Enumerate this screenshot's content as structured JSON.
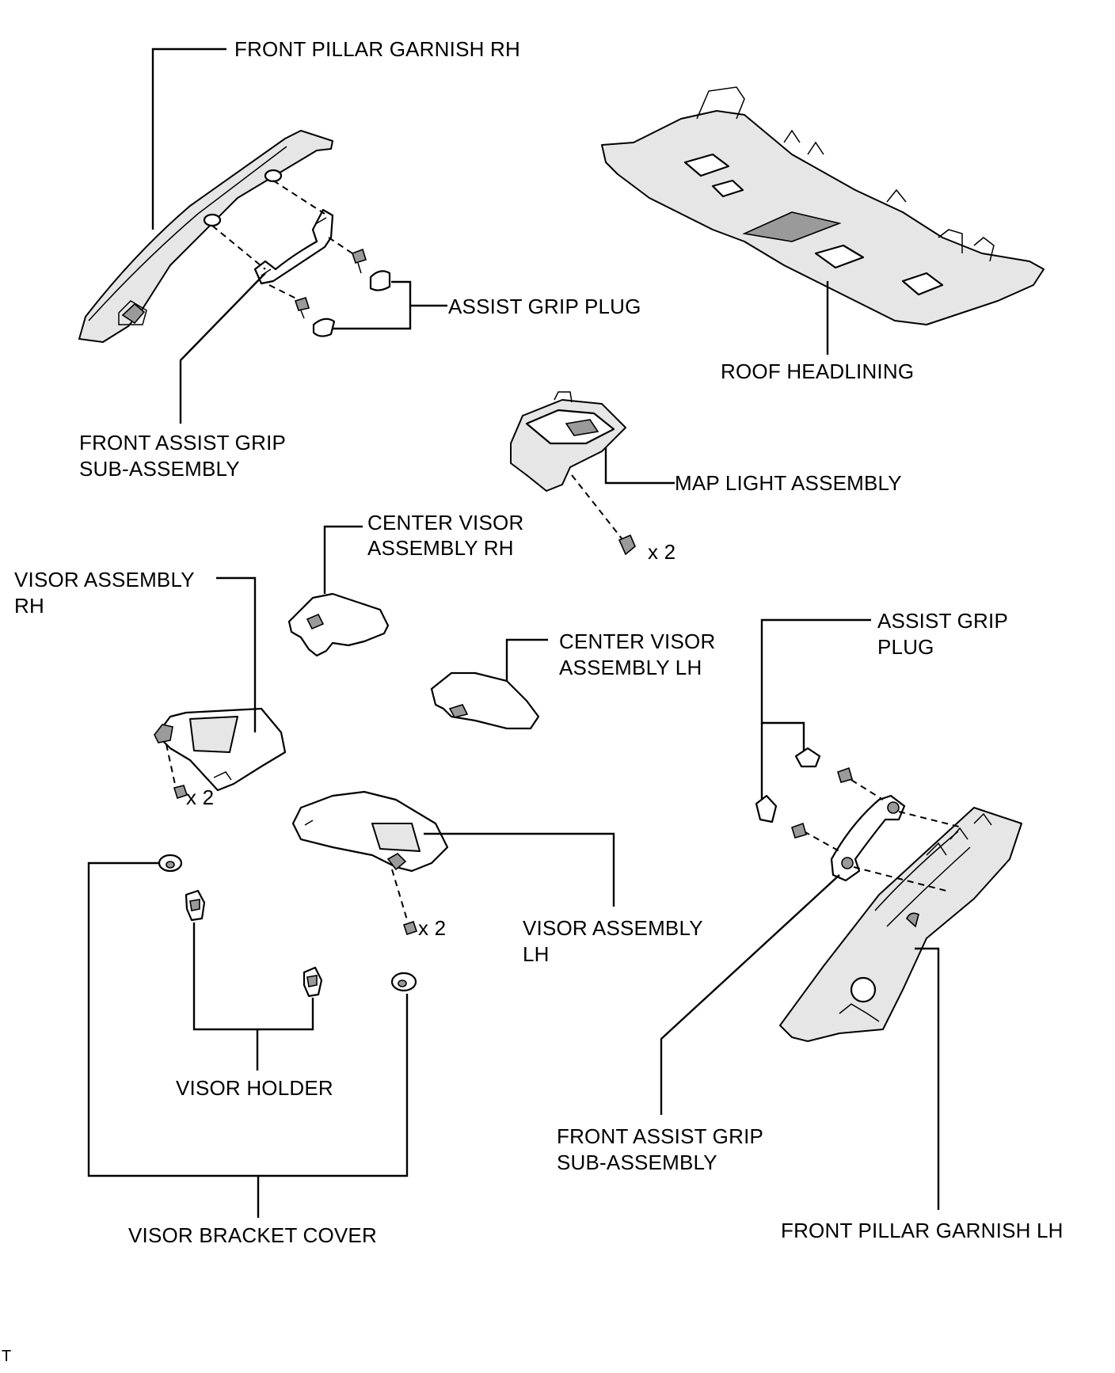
{
  "labels": {
    "front_pillar_garnish_rh": "FRONT PILLAR GARNISH RH",
    "assist_grip_plug_rh": "ASSIST GRIP PLUG",
    "roof_headlining": "ROOF HEADLINING",
    "front_assist_grip_rh_line1": "FRONT ASSIST GRIP",
    "front_assist_grip_rh_line2": "SUB-ASSEMBLY",
    "map_light_assembly": "MAP LIGHT ASSEMBLY",
    "map_light_qty": "x 2",
    "center_visor_rh_line1": "CENTER VISOR",
    "center_visor_rh_line2": "ASSEMBLY RH",
    "visor_assembly_rh_line1": "VISOR ASSEMBLY",
    "visor_assembly_rh_line2": "RH",
    "center_visor_lh_line1": "CENTER VISOR",
    "center_visor_lh_line2": "ASSEMBLY LH",
    "assist_grip_plug_lh_line1": "ASSIST GRIP",
    "assist_grip_plug_lh_line2": "PLUG",
    "visor_rh_qty": "x 2",
    "visor_lh_qty": "x 2",
    "visor_assembly_lh_line1": "VISOR ASSEMBLY",
    "visor_assembly_lh_line2": "LH",
    "visor_holder": "VISOR HOLDER",
    "front_assist_grip_lh_line1": "FRONT ASSIST GRIP",
    "front_assist_grip_lh_line2": "SUB-ASSEMBLY",
    "visor_bracket_cover": "VISOR BRACKET COVER",
    "front_pillar_garnish_lh": "FRONT PILLAR GARNISH LH",
    "corner_mark": "T"
  }
}
